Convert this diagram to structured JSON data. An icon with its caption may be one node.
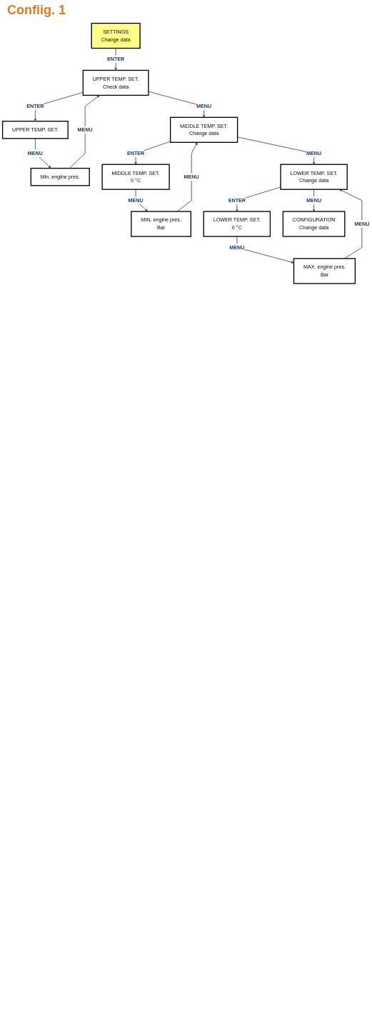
{
  "diagram": {
    "nodes": [
      {
        "text": [
          "SETTINGS",
          "Change data"
        ]
      },
      {
        "text": [
          "UPPER TEMP. SET.",
          "Check data"
        ]
      },
      {
        "text": [
          "UPPER TEMP. SET."
        ]
      },
      {
        "text": [
          "Min. engine pres."
        ]
      },
      {
        "text": [
          "MIDDLE TEMP. SET.",
          "Change data"
        ]
      },
      {
        "text": [
          "MIDDLE TEMP. SET.",
          "0 °C"
        ]
      },
      {
        "text": [
          "MIN. engine pres.",
          "Bar"
        ]
      },
      {
        "text": [
          "LOWER TEMP. SET.",
          "Change data"
        ]
      },
      {
        "text": [
          "LOWER TEMP. SET.",
          "0 °C"
        ]
      },
      {
        "text": [
          "MAX. engine pres.",
          "Bar"
        ]
      },
      {
        "text": [
          "CONFIGURATION",
          "Change data"
        ]
      }
    ],
    "edges": [
      {
        "from": 0,
        "to": 1,
        "arrow": "to",
        "label": "ENTER"
      },
      {
        "from": 1,
        "to": 2,
        "arrow": "to",
        "label": "ENTER"
      },
      {
        "from": 2,
        "to": 3,
        "arrow": "to",
        "label": "MENU"
      },
      {
        "from": 3,
        "to": 1,
        "arrow": "to",
        "label": "MENU"
      },
      {
        "from": 1,
        "to": 4,
        "arrow": "to",
        "label": "MENU"
      },
      {
        "from": 4,
        "to": 5,
        "arrow": "to",
        "label": "ENTER"
      },
      {
        "from": 5,
        "to": 6,
        "arrow": "to",
        "label": "MENU"
      },
      {
        "from": 6,
        "to": 4,
        "arrow": "to",
        "label": "MENU"
      },
      {
        "from": 4,
        "to": 7,
        "arrow": "to",
        "label": "MENU"
      },
      {
        "from": 7,
        "to": 8,
        "arrow": "to",
        "label": "ENTER"
      },
      {
        "from": 8,
        "to": 9,
        "arrow": "to",
        "label": "MENU"
      },
      {
        "from": 9,
        "to": 7,
        "arrow": "to",
        "label": "MENU"
      },
      {
        "from": 7,
        "to": 10,
        "arrow": "to",
        "label": "MENU"
      }
    ],
    "labels": [
      "Confiig. 1"
    ]
  }
}
